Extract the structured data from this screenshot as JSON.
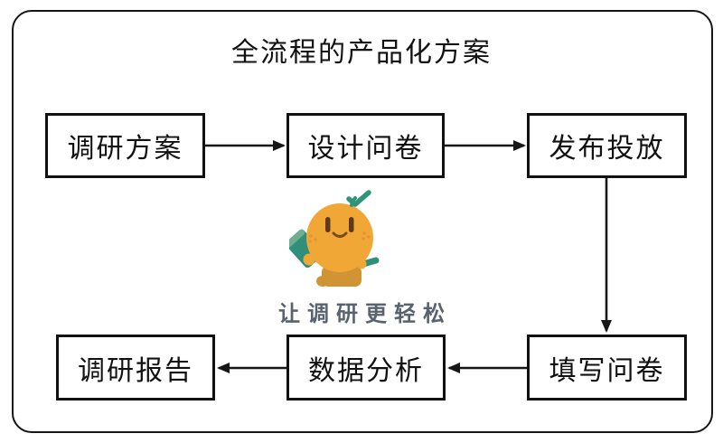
{
  "title": "全流程的产品化方案",
  "flow": {
    "nodes": [
      {
        "id": "research-plan",
        "label": "调研方案"
      },
      {
        "id": "design-questionnaire",
        "label": "设计问卷"
      },
      {
        "id": "publish-distribute",
        "label": "发布投放"
      },
      {
        "id": "fill-questionnaire",
        "label": "填写问卷"
      },
      {
        "id": "data-analysis",
        "label": "数据分析"
      },
      {
        "id": "research-report",
        "label": "调研报告"
      }
    ],
    "edges": [
      {
        "from": "调研方案",
        "to": "设计问卷"
      },
      {
        "from": "设计问卷",
        "to": "发布投放"
      },
      {
        "from": "发布投放",
        "to": "填写问卷"
      },
      {
        "from": "填写问卷",
        "to": "数据分析"
      },
      {
        "from": "数据分析",
        "to": "调研报告"
      }
    ]
  },
  "mascot": {
    "icon": "orange-mascot-with-clipboard-and-pencil",
    "tagline": "让调研更轻松",
    "colors": {
      "body": "#F0A735",
      "leaf": "#2F9579",
      "clipboard": "#2F8F7B",
      "clipboard_light": "#6FAE8F",
      "pencil": "#2F8F7B",
      "boots": "#D19434",
      "face": "#5F3A16",
      "tagline_text": "#5A6270"
    }
  },
  "colors": {
    "background": "#FFFFFF",
    "outline": "#161616",
    "arrow": "#161616",
    "node_text": "#111111"
  }
}
